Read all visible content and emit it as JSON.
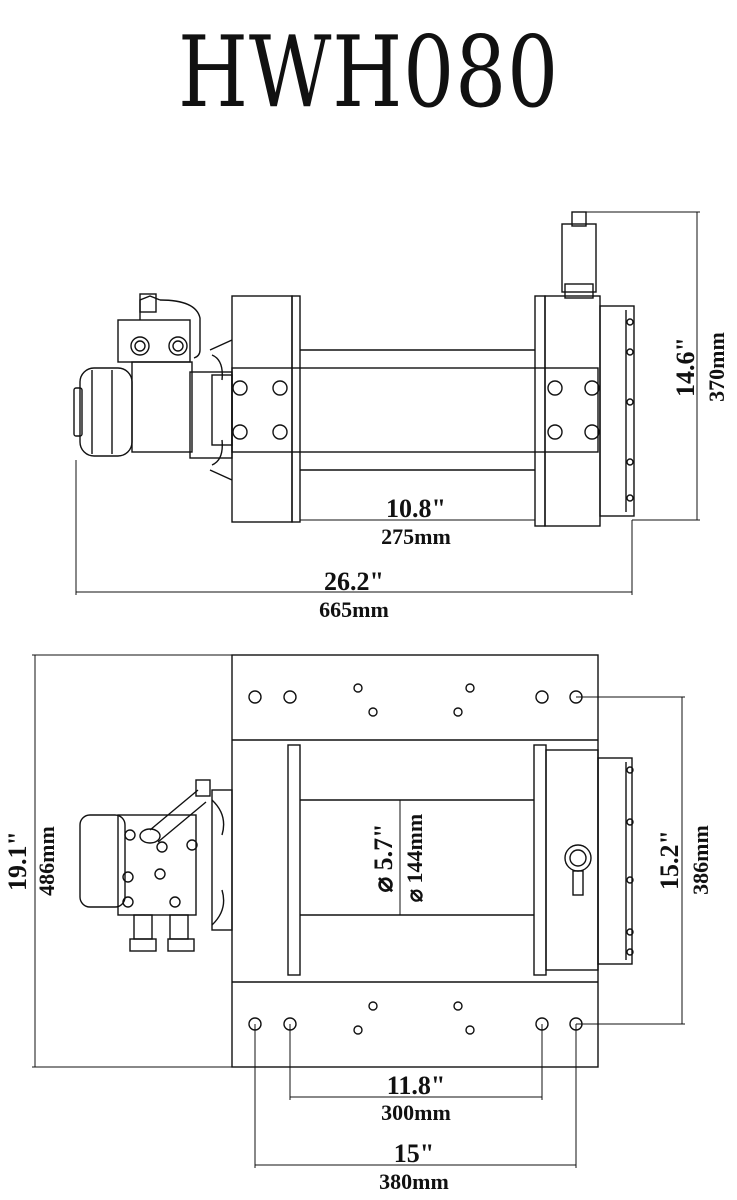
{
  "title": "HWH080",
  "side_view": {
    "drum_length_in": "10.8\"",
    "drum_length_mm": "275mm",
    "overall_length_in": "26.2\"",
    "overall_length_mm": "665mm",
    "height_in": "14.6\"",
    "height_mm": "370mm"
  },
  "top_view": {
    "drum_dia_in": "⌀ 5.7\"",
    "drum_dia_mm": "⌀ 144mm",
    "overall_width_in": "19.1\"",
    "overall_width_mm": "486mm",
    "mount_width_in": "15.2\"",
    "mount_width_mm": "386mm",
    "bolt_inner_in": "11.8\"",
    "bolt_inner_mm": "300mm",
    "bolt_outer_in": "15\"",
    "bolt_outer_mm": "380mm"
  }
}
